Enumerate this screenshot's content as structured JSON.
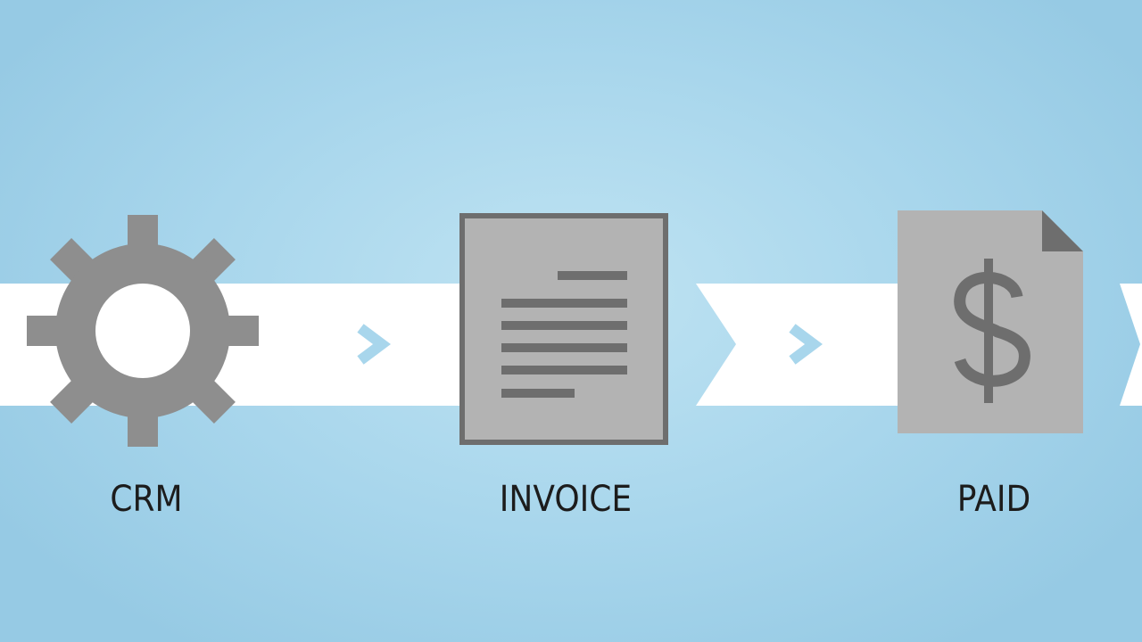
{
  "diagram": {
    "steps": [
      {
        "icon": "gear-icon",
        "label": "CRM"
      },
      {
        "icon": "invoice-document-icon",
        "label": "INVOICE"
      },
      {
        "icon": "dollar-document-icon",
        "label": "PAID"
      }
    ]
  },
  "colors": {
    "background": "#a8d6ec",
    "band": "#ffffff",
    "icon_fill": "#8e8e8e",
    "icon_dark": "#6e6e6e",
    "doc_fill": "#b3b3b3",
    "chevron": "#a8d6ec",
    "label_text": "#1c1c1c"
  }
}
